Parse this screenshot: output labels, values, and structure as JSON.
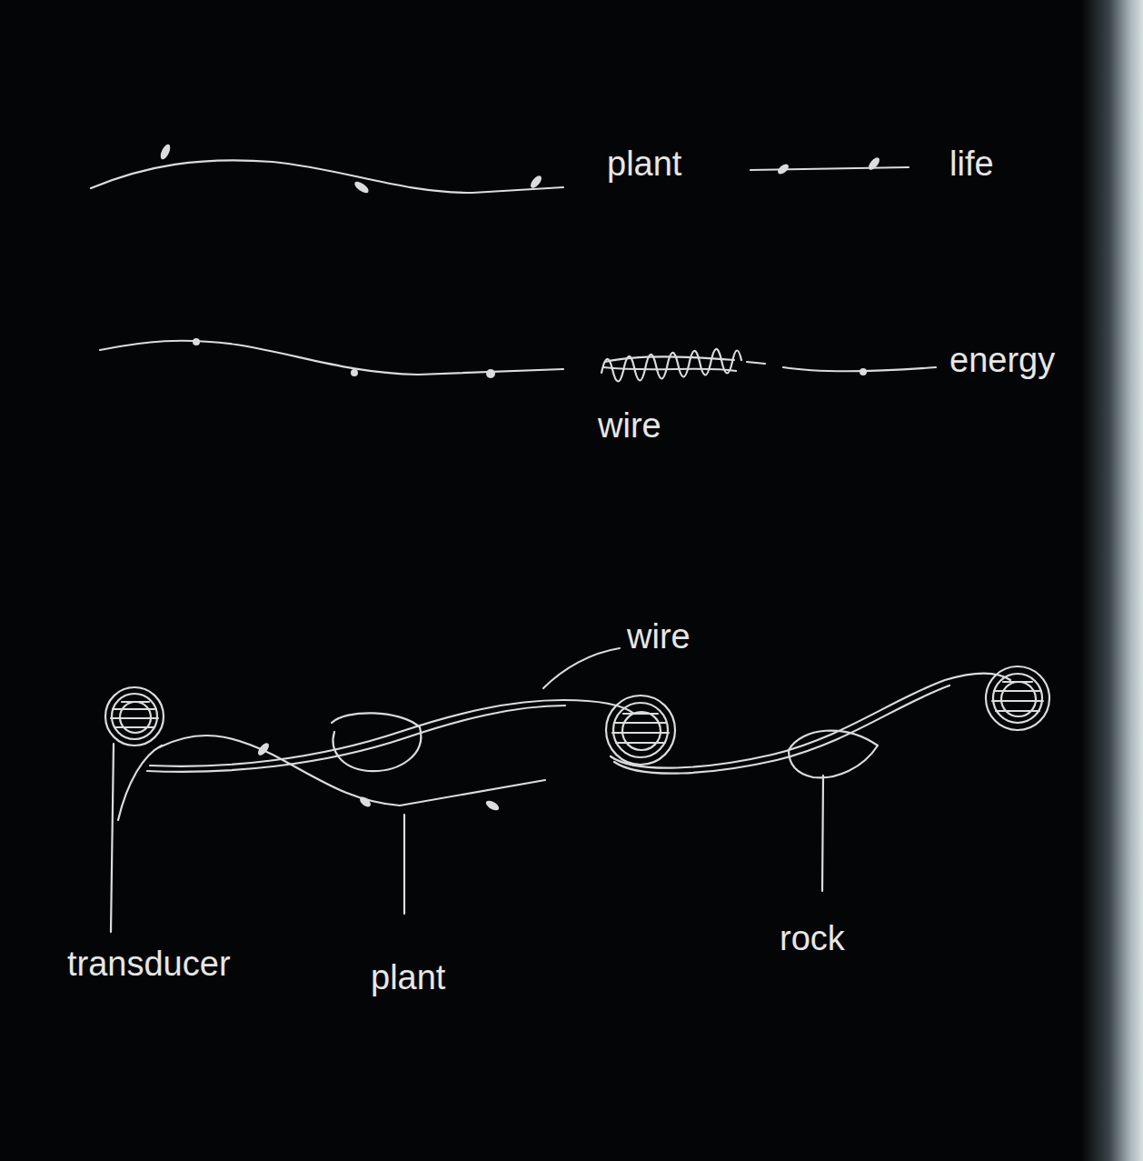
{
  "diagram": {
    "labels": [
      "plant",
      "life",
      "energy",
      "wire",
      "wire",
      "transducer",
      "plant",
      "rock"
    ]
  }
}
